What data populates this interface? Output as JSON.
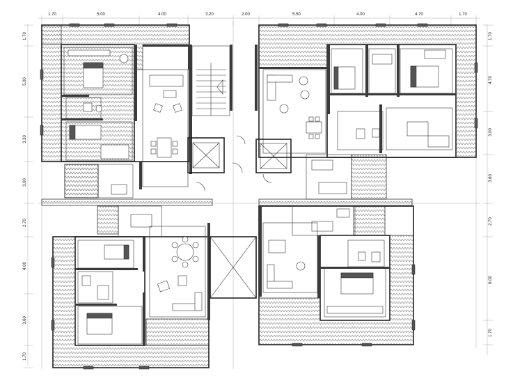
{
  "dimensions": {
    "top": [
      "1.70",
      "5.00",
      "4.00",
      "3.20",
      "2.00",
      "5.50",
      "4.00",
      "4.70",
      "1.70"
    ],
    "left": [
      "1.70",
      "5.00",
      "3.30",
      "3.00",
      "2.70",
      "4.00",
      "3.60",
      "1.70"
    ],
    "right": [
      "1.70",
      "4.70",
      "3.00",
      "3.60",
      "2.70",
      "6.00",
      "1.70"
    ]
  },
  "colors": {
    "wall": "#3a3a3a",
    "line": "#222222",
    "hatch": "#555555"
  }
}
